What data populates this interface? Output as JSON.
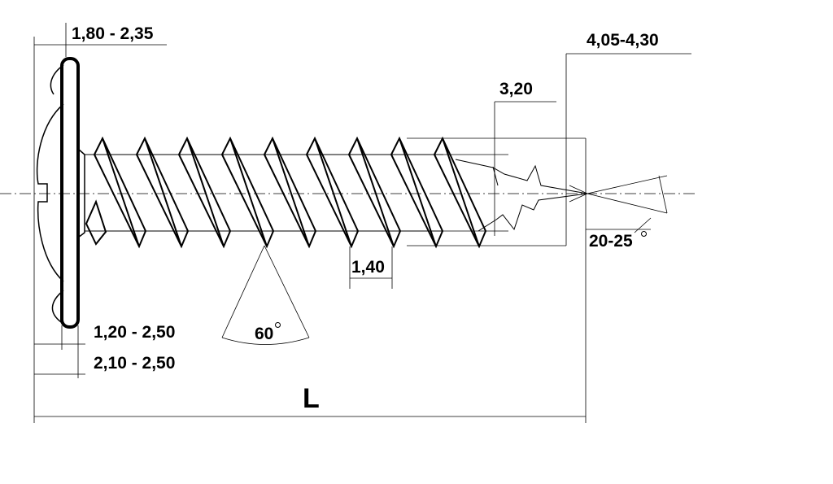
{
  "dimensions": {
    "head_height": "1,80 - 2,35",
    "shank_diameter": "3,20",
    "thread_diameter": "4,05-4,30",
    "pitch": "1,40",
    "thread_angle": "60",
    "point_angle": "20-25",
    "head_thickness": "1,20 - 2,50",
    "head_total": "2,10 - 2,50",
    "length": "L"
  }
}
